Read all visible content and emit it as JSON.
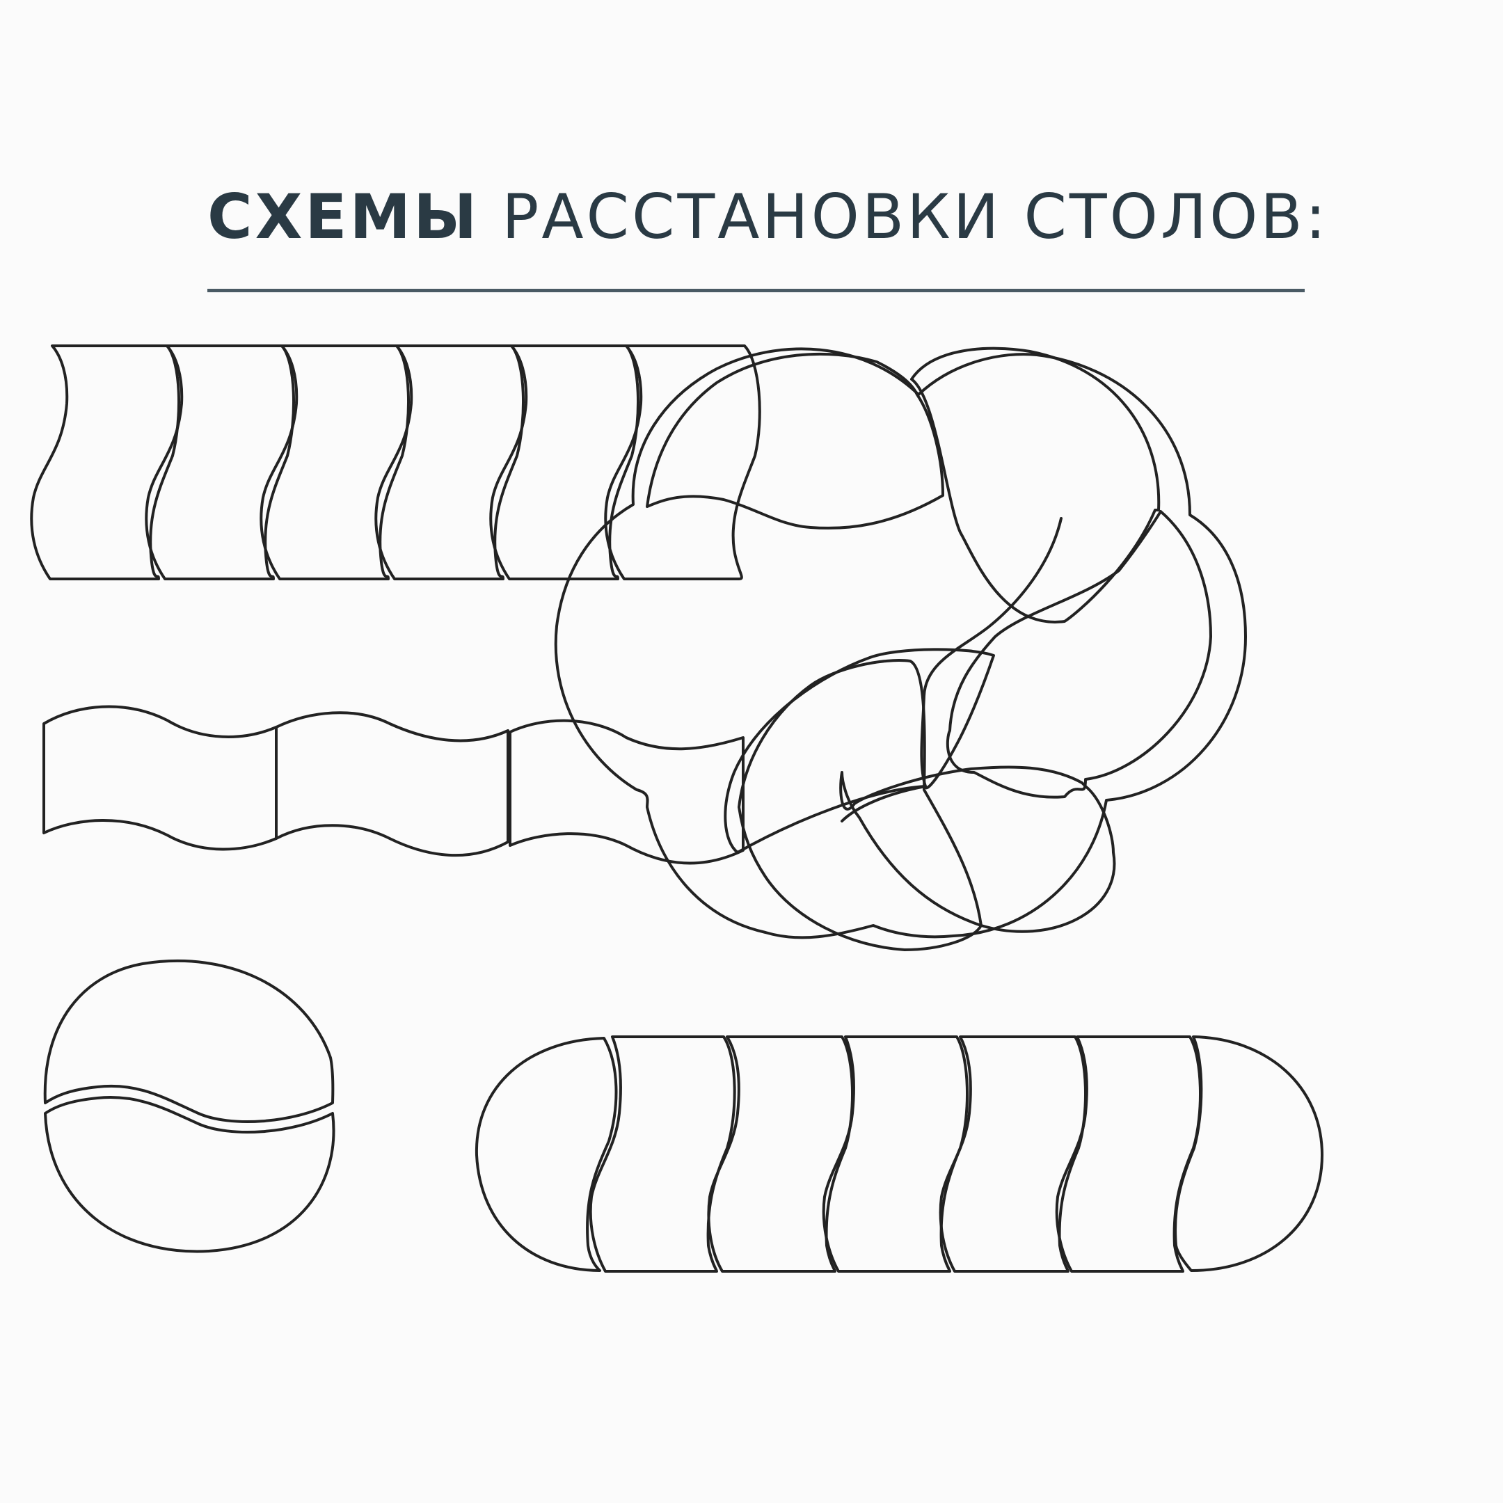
{
  "header": {
    "title_bold": "СХЕМЫ",
    "title_light": "РАССТАНОВКИ СТОЛОВ:"
  },
  "colors": {
    "heading": "#2a3a44",
    "rule": "#4a5a64",
    "outline": "#222222",
    "background": "#fbfbfb"
  },
  "schemes": [
    {
      "name": "straight-row",
      "tables": 6
    },
    {
      "name": "wave-row",
      "tables": 3
    },
    {
      "name": "circle",
      "tables": 2
    },
    {
      "name": "row-with-round-ends",
      "tables": 7
    },
    {
      "name": "flower",
      "tables": 5
    }
  ]
}
